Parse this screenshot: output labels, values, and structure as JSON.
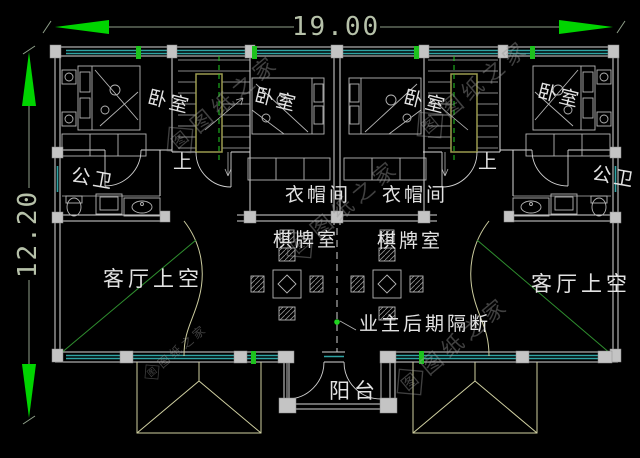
{
  "dimensions": {
    "width_label": "19.00",
    "height_label": "12.20"
  },
  "labels": {
    "bedroom": "卧室",
    "bathroom": "公卫",
    "cloakroom": "衣帽间",
    "chess_room": "棋牌室",
    "living_void": "客厅上空",
    "partition_note": "业主后期隔断",
    "balcony": "阳台",
    "stairs_up": "上"
  },
  "watermark": {
    "text": "图纸之家",
    "logo_char": "图"
  },
  "colors": {
    "background": "#000000",
    "wall": "#d9d9d9",
    "window_teal": "#2fa3a3",
    "dimension_arrow_green": "#00d400",
    "dimension_text": "#b6c1a9",
    "stair_rail_olive": "#9b9b4f",
    "roof_line": "#cfcfa0",
    "label_text": "#e3e3e3",
    "watermark_gray": "#9a9a9a",
    "accent_green": "#1fd41f"
  }
}
